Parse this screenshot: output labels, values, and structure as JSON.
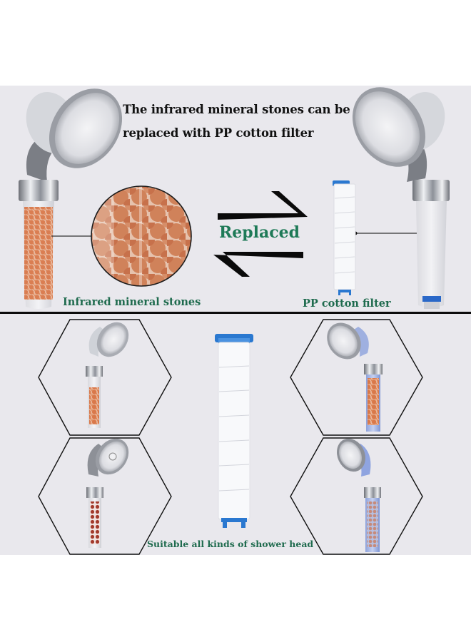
{
  "headline": {
    "line1": "The infrared mineral stones can be",
    "line2": "replaced with PP cotton filter"
  },
  "center_label": "Replaced",
  "left_caption": "Infrared mineral stones",
  "right_caption": "PP cotton filter",
  "bottom_caption": "Suitable all kinds of shower head",
  "colors": {
    "background": "#e9e8ed",
    "label_green": "#1f6b4e",
    "filter_blue": "#2a78d0",
    "stone_orange": "#d9825a",
    "chrome": "#b9bcc2"
  },
  "products": [
    {
      "name": "clear-shower-head-orange-stones",
      "position": "top-left-hexagon"
    },
    {
      "name": "clear-shower-head-red-stones",
      "position": "bottom-left-hexagon"
    },
    {
      "name": "blue-shower-head-orange-stones",
      "position": "top-right-hexagon"
    },
    {
      "name": "blue-shower-head-pink-stones",
      "position": "bottom-right-hexagon"
    }
  ]
}
